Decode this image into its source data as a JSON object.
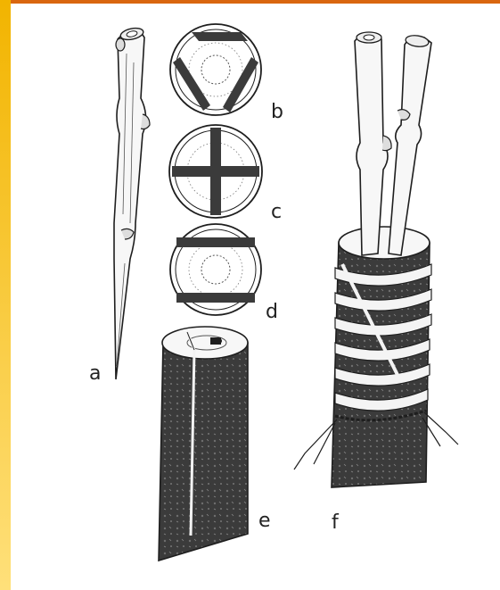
{
  "colors": {
    "top_bar": "#d9660f",
    "left_bar_top": "#f2b400",
    "left_bar_bottom": "#ffe07a",
    "bark": "#3b3b3b",
    "ink": "#1e1e1e",
    "paper": "#ffffff",
    "tie": "#f4f4f4"
  },
  "figure": {
    "labels": {
      "a": "a",
      "b": "b",
      "c": "c",
      "d": "d",
      "e": "e",
      "f": "f"
    }
  }
}
